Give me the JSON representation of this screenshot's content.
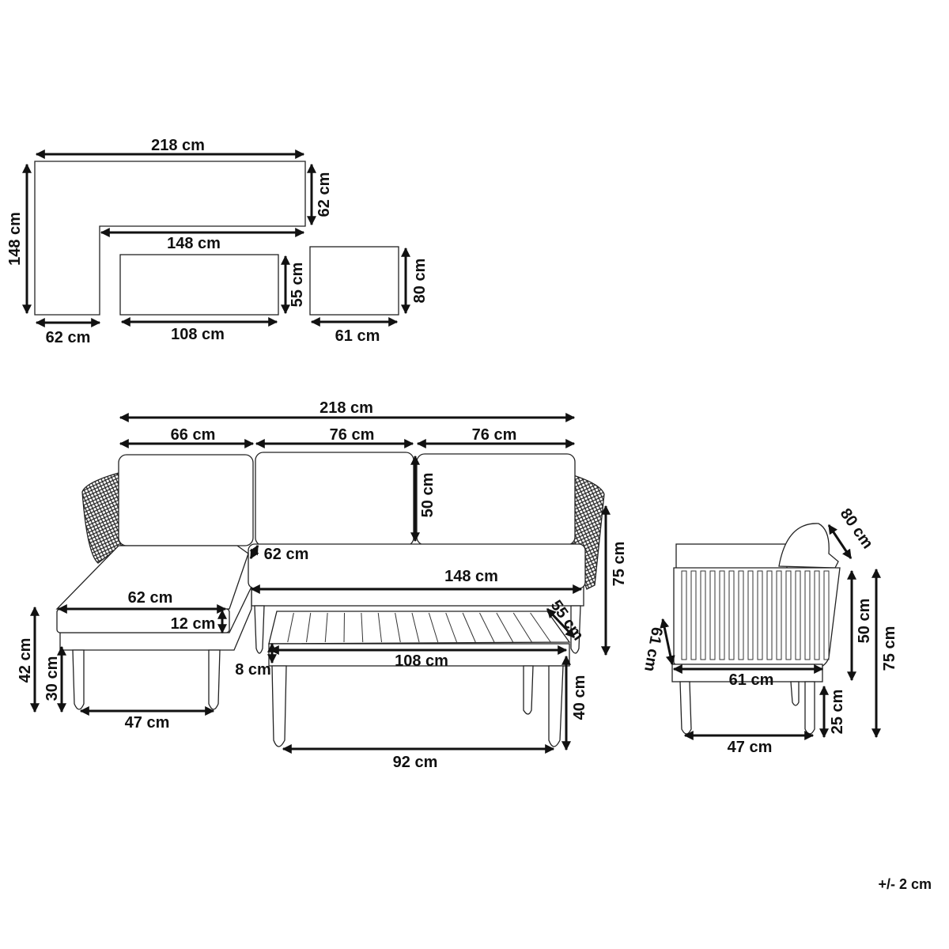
{
  "plan": {
    "lshape_width": "218 cm",
    "lshape_depth": "62 cm",
    "lshape_inner_length": "148 cm",
    "lshape_length": "148 cm",
    "chaise_width": "62 cm",
    "table_width": "108 cm",
    "table_depth": "55 cm",
    "chair_depth": "80 cm",
    "chair_width": "61 cm"
  },
  "front": {
    "total_width": "218 cm",
    "module_1": "66 cm",
    "module_2": "76 cm",
    "module_3": "76 cm",
    "back_height": "50 cm",
    "seat_depth": "62 cm",
    "seat_width": "148 cm",
    "total_height": "75 cm",
    "chaise_width": "62 cm",
    "cushion_thickness": "12 cm",
    "seat_height": "42 cm",
    "leg_height": "30 cm",
    "leg_span": "47 cm",
    "table_depth": "55 cm",
    "table_width": "108 cm",
    "table_top_thickness": "8 cm",
    "table_height": "40 cm",
    "table_leg_span": "92 cm"
  },
  "side": {
    "chair_depth": "80 cm",
    "seat_depth": "61 cm",
    "seat_width": "61 cm",
    "back_height": "50 cm",
    "total_height": "75 cm",
    "leg_height": "25 cm",
    "leg_span": "47 cm"
  },
  "tolerance": "+/- 2 cm"
}
